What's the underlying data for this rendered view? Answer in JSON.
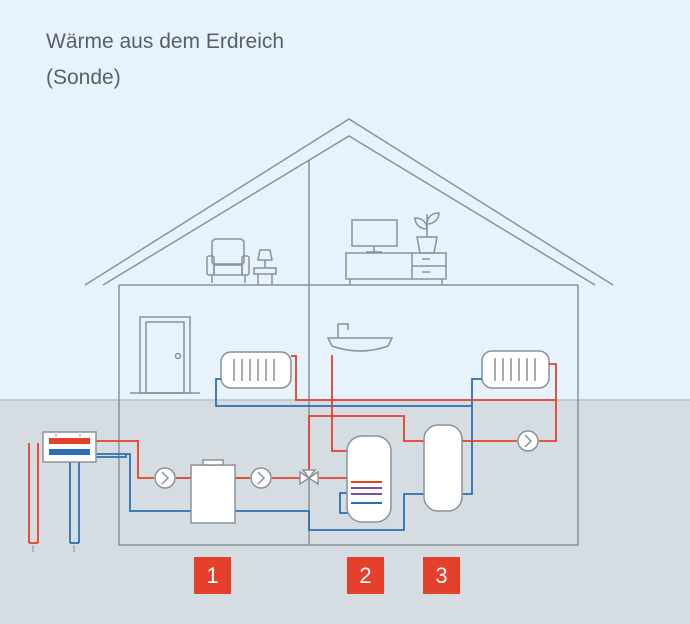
{
  "title": {
    "line1": "Wärme aus dem Erdreich",
    "line2": "(Sonde)"
  },
  "badges": [
    "1",
    "2",
    "3"
  ],
  "colors": {
    "sky": "#e6f3fc",
    "ground": "#d5dde3",
    "outline": "#8c9197",
    "hot_pipe": "#e5402b",
    "cold_pipe": "#2e6fb3",
    "badge": "#e5402b",
    "coil_purple": "#7a4fa0"
  },
  "icons": [
    "armchair-icon",
    "lamp-icon",
    "tv-icon",
    "plant-icon",
    "sideboard-icon",
    "door-icon",
    "sink-icon",
    "radiator-icon",
    "pump-icon",
    "valve-icon",
    "heat-pump-icon",
    "water-tank-icon",
    "buffer-tank-icon",
    "collector-icon",
    "probe-icon"
  ]
}
